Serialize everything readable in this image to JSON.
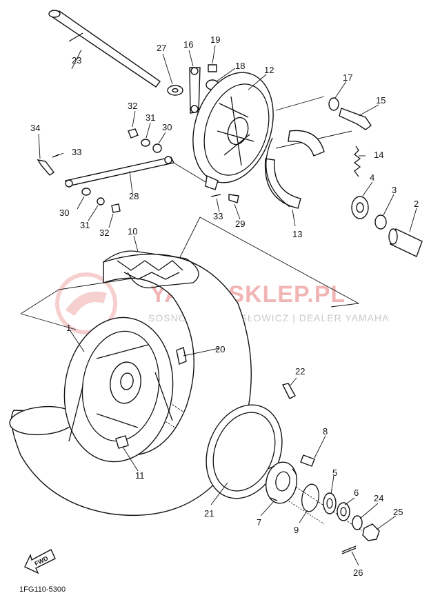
{
  "diagram": {
    "part_code": "1FG110-5300",
    "watermark": {
      "brand": "YAMA-SKLEP.PL",
      "subtitle": "SOSNOWIEC | MYSŁOWICZ | DEALER YAMAHA"
    },
    "direction_badge": "FWD",
    "callouts": [
      "23",
      "27",
      "16",
      "19",
      "18",
      "12",
      "17",
      "15",
      "32",
      "31",
      "30",
      "34",
      "33",
      "14",
      "28",
      "4",
      "3",
      "2",
      "30",
      "31",
      "32",
      "33",
      "29",
      "13",
      "10",
      "20",
      "1",
      "22",
      "8",
      "5",
      "6",
      "24",
      "25",
      "11",
      "21",
      "7",
      "9",
      "26"
    ]
  }
}
